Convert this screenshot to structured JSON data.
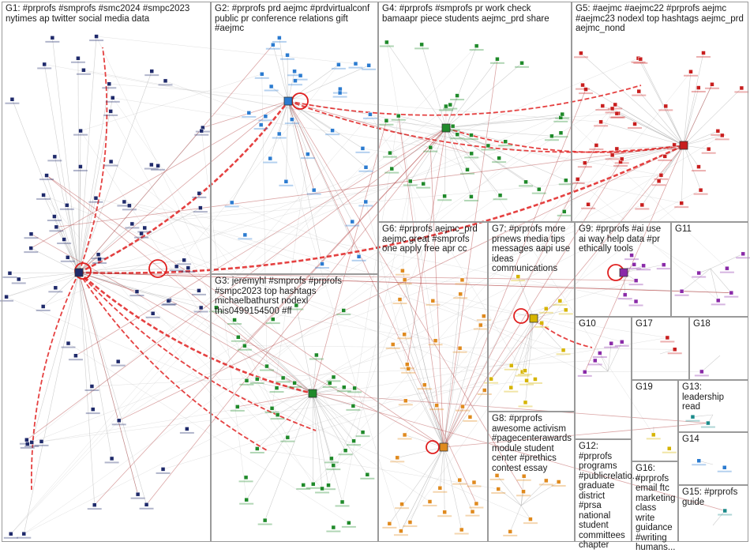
{
  "graph": {
    "title": "",
    "colors": {
      "edge_gray": "#a8a8a8",
      "edge_red": "#b03a3a",
      "edge_strong": "#e02020",
      "node_navy": "#1f2a6b",
      "node_blue": "#2b7bd0",
      "node_green": "#1f8a2a",
      "node_red": "#c81e1e",
      "node_orange": "#e08a1e",
      "node_yellow": "#d6b400",
      "node_purple": "#8a2aa8",
      "node_teal": "#1a8a8a"
    },
    "groups": [
      {
        "id": "G1",
        "label": "G1: #prprofs #smprofs #smc2024 #smpc2023 nytimes ap twitter social media data"
      },
      {
        "id": "G2",
        "label": "G2: #prprofs prd aejmc #prdvirtualconf public pr conference relations gift #aejmc"
      },
      {
        "id": "G4",
        "label": "G4: #prprofs #smprofs pr work check bamaapr piece students aejmc_prd share"
      },
      {
        "id": "G5",
        "label": "G5: #aejmc #aejmc22 #prprofs aejmc #aejmc23 nodexl top hashtags aejmc_prd aejmc_nond"
      },
      {
        "id": "G3",
        "label": "G3: jeremyhl #smprofs #prprofs #smpc2023 top hashtags michaelbathurst nodexl this0499154500 #ff"
      },
      {
        "id": "G6",
        "label": "G6: #prprofs aejmc_prd aejmc great #smprofs one apply free apr cc"
      },
      {
        "id": "G7",
        "label": "G7: #prprofs more prnews media tips messages aapi use ideas communications"
      },
      {
        "id": "G9",
        "label": "G9: #prprofs #ai use ai way help data #pr ethically tools"
      },
      {
        "id": "G11",
        "label": "G11"
      },
      {
        "id": "G10",
        "label": "G10"
      },
      {
        "id": "G17",
        "label": "G17"
      },
      {
        "id": "G18",
        "label": "G18"
      },
      {
        "id": "G19",
        "label": "G19"
      },
      {
        "id": "G13",
        "label": "G13: leadership read"
      },
      {
        "id": "G14",
        "label": "G14"
      },
      {
        "id": "G15",
        "label": "G15: #prprofs guide"
      },
      {
        "id": "G8",
        "label": "G8: #prprofs awesome activism #pagecenterawards module student center #prethics contest essay"
      },
      {
        "id": "G12",
        "label": "G12: #prprofs programs #publicrelatio... graduate district #prsa national student committees chapter"
      },
      {
        "id": "G16",
        "label": "G16: #prprofs email ftc marketing class write guidance #writing humans..."
      }
    ]
  }
}
